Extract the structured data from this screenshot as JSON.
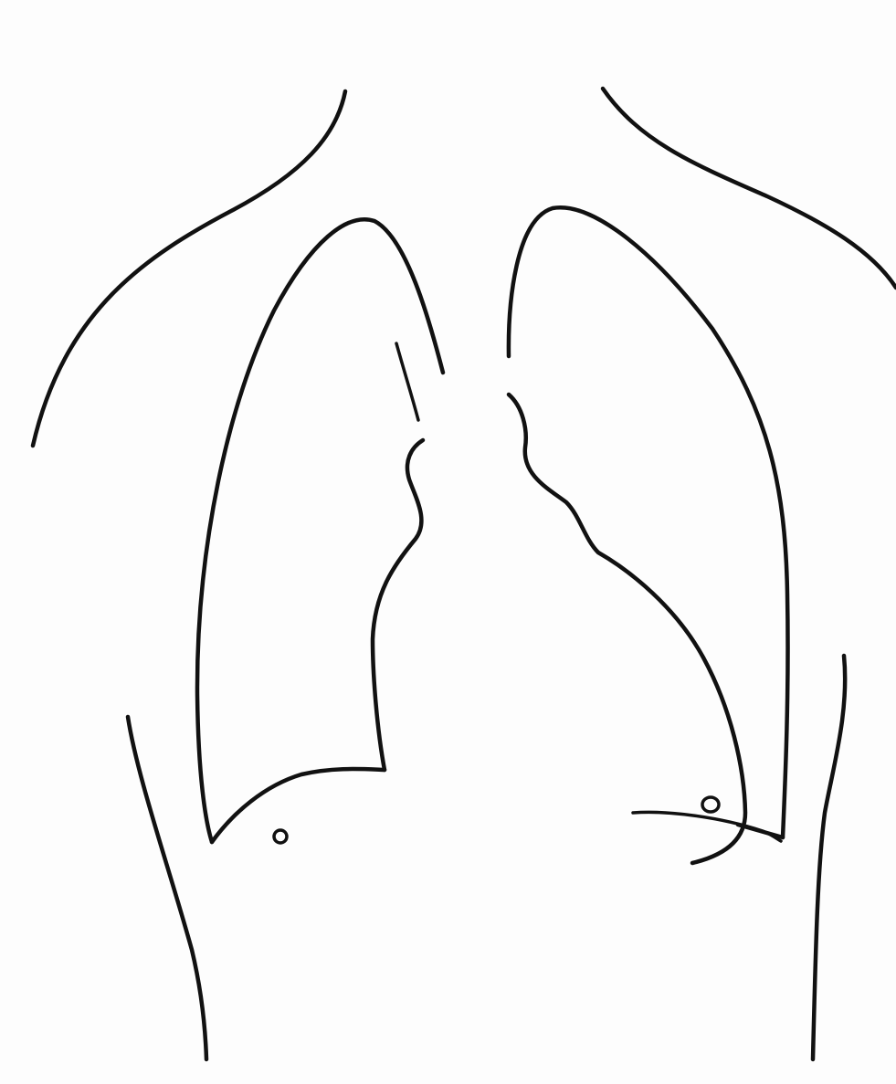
{
  "colors": {
    "background": "#fdfdfd",
    "ink": "#111111"
  },
  "structures": [
    "torso-outline",
    "right-lung-outline",
    "left-lung-outline",
    "cardiac-border",
    "trachea",
    "nipple-markers"
  ]
}
